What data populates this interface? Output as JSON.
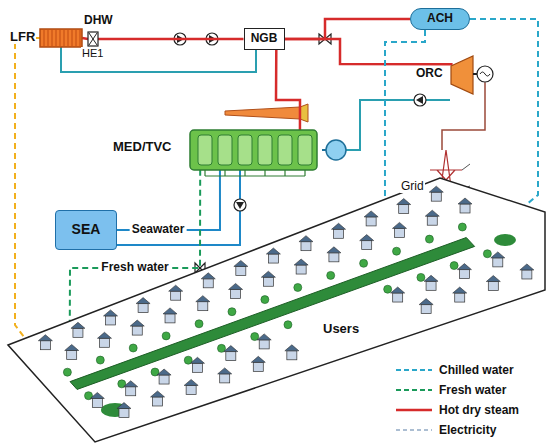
{
  "diagram": {
    "nodes": [
      {
        "text": [
          "LFR"
        ]
      },
      {
        "text": [
          "HE1"
        ]
      },
      {
        "text": [
          "NGB"
        ]
      },
      {
        "text": [
          "ACH"
        ]
      },
      {
        "text": [
          "ORC"
        ]
      },
      {
        "text": [
          "MED/TVC"
        ]
      },
      {
        "text": [
          "SEA"
        ]
      },
      {
        "text": [
          "Grid"
        ]
      },
      {
        "text": [
          "Users"
        ]
      }
    ],
    "edges": [
      {
        "from": 0,
        "to": 1,
        "arrow": "none"
      },
      {
        "from": 1,
        "to": 2,
        "arrow": "none"
      },
      {
        "from": 2,
        "to": 3,
        "arrow": "none"
      },
      {
        "from": 2,
        "to": 4,
        "arrow": "none"
      },
      {
        "from": 2,
        "to": 5,
        "arrow": "none"
      },
      {
        "from": 4,
        "to": 7,
        "arrow": "none"
      },
      {
        "from": 6,
        "to": 5,
        "label": "Seawater",
        "arrow": "none"
      },
      {
        "from": 5,
        "to": 8,
        "label": "Fresh water",
        "arrow": "to"
      },
      {
        "from": 0,
        "to": 8,
        "arrow": "to"
      },
      {
        "from": 3,
        "to": 8,
        "arrow": "to"
      },
      {
        "from": 3,
        "to": 8,
        "arrow": "to"
      }
    ],
    "labels": [
      "DHW"
    ],
    "legend": [
      {
        "text": "Chilled water"
      },
      {
        "text": "Fresh water"
      },
      {
        "text": "Hot dry steam"
      },
      {
        "text": "Electricity"
      }
    ]
  }
}
